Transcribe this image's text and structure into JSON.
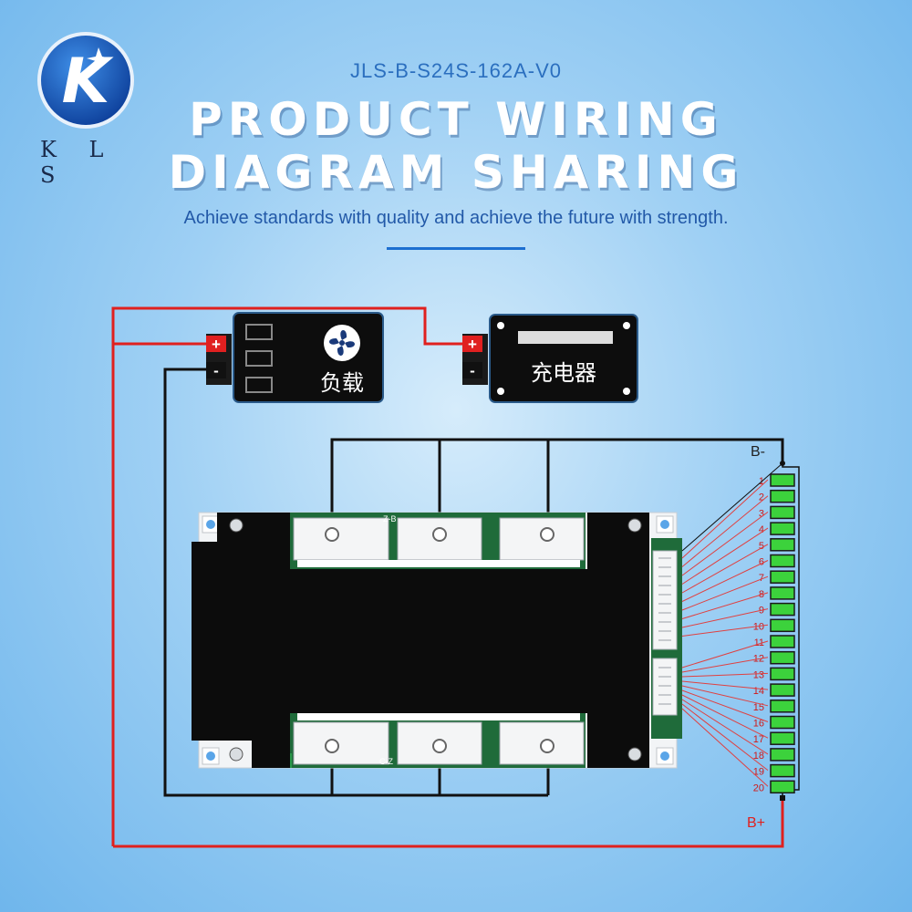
{
  "brand": {
    "logo_letter": "K",
    "name": "K L S"
  },
  "header": {
    "model": "JLS-B-S24S-162A-V0",
    "title_line1": "PRODUCT WIRING",
    "title_line2": "DIAGRAM SHARING",
    "subtitle": "Achieve standards with quality and achieve the future with strength."
  },
  "load_module": {
    "label": "负载",
    "icon": "fan-icon",
    "plus": "+",
    "minus": "-"
  },
  "charger_module": {
    "label": "充电器",
    "plus": "+",
    "minus": "-"
  },
  "terminals": {
    "b_minus": "B-",
    "b_plus": "B+"
  },
  "board": {
    "label_top": "Z-B",
    "label_bottom": "C-Z"
  },
  "cells": [
    "1",
    "2",
    "3",
    "4",
    "5",
    "6",
    "7",
    "8",
    "9",
    "10",
    "11",
    "12",
    "13",
    "14",
    "15",
    "16",
    "17",
    "18",
    "19",
    "20"
  ],
  "colors": {
    "wire_positive": "#e0201e",
    "wire_negative": "#111111",
    "cell": "#3cd23c",
    "sense_wire": "#e04040",
    "accent": "#1d6fd0"
  }
}
